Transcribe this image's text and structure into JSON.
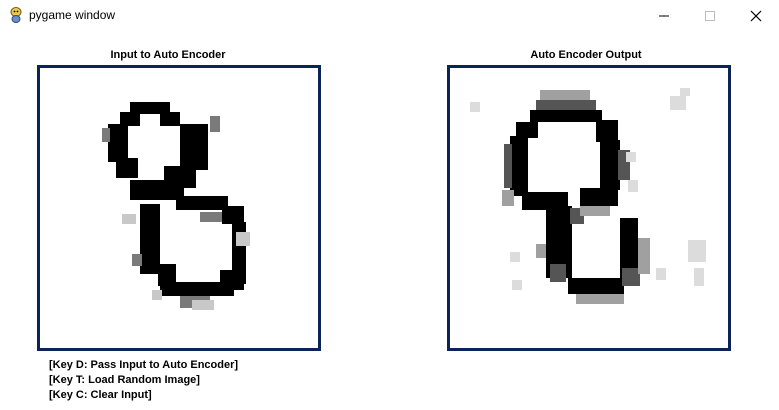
{
  "window": {
    "title": "pygame window",
    "icon": "snake-icon",
    "controls": [
      "minimize-icon",
      "maximize-icon",
      "close-icon"
    ]
  },
  "colors": {
    "panel_border": "#0c2357",
    "ink": "#000000",
    "background": "#ffffff"
  },
  "panels": {
    "input": {
      "title": "Input to Auto Encoder"
    },
    "output": {
      "title": "Auto Encoder Output"
    }
  },
  "help": [
    "[Key D: Pass Input to Auto Encoder]",
    "[Key T: Load Random Image]",
    "[Key C: Clear Input]"
  ]
}
